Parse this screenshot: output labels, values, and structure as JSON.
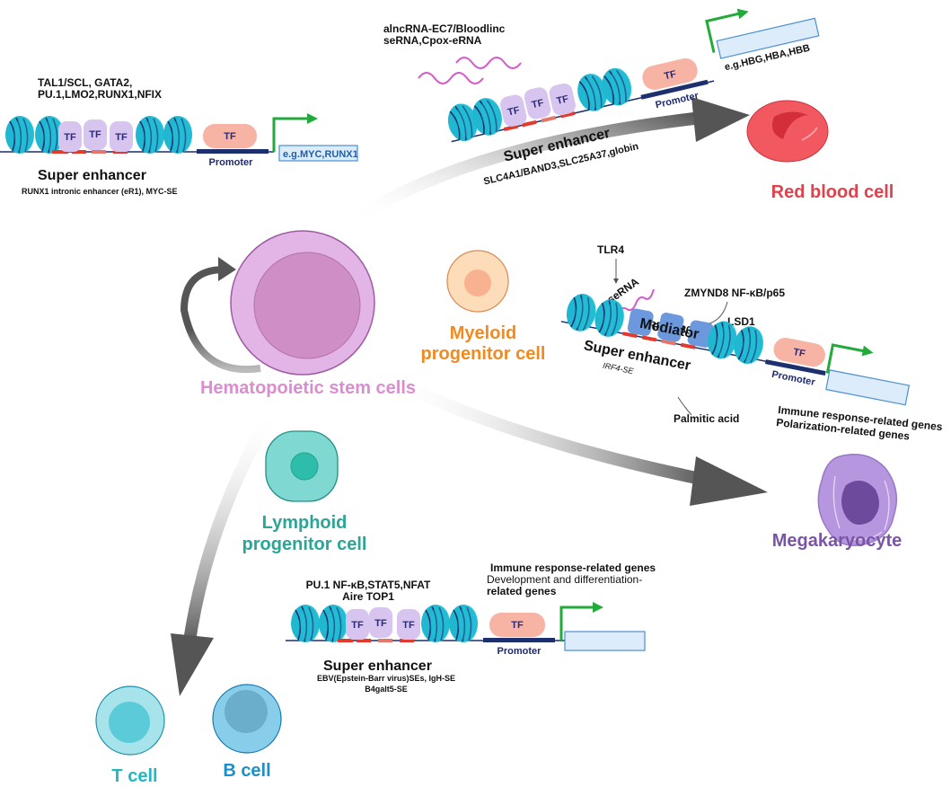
{
  "colors": {
    "hsc": "#d98ed0",
    "myeloid": "#f28a1e",
    "lymphoid": "#2aa597",
    "rbc": "#e0424d",
    "megakaryocyte": "#7a55a5",
    "tcell": "#21b8c4",
    "bcell": "#1f8fc8",
    "nucleosome": "#1fb8d0",
    "tf_small": "#d7c4ef",
    "tf_big": "#f7b3a4",
    "mediator": "#6c98de",
    "enhancer_segment": "#e23b2e",
    "tss_arrow": "#22aa3a",
    "gene_box": "#dcecfb",
    "rna": "#d35bc8",
    "arrow": "#555555"
  },
  "cells": {
    "hsc": {
      "label": "Hematopoietic stem cells"
    },
    "myeloid": {
      "label_line1": "Myeloid",
      "label_line2": "progenitor cell"
    },
    "lymphoid": {
      "label_line1": "Lymphoid",
      "label_line2": "progenitor cell"
    },
    "rbc": {
      "label": "Red blood cell"
    },
    "megakaryocyte": {
      "label": "Megakaryocyte"
    },
    "tcell": {
      "label": "T cell"
    },
    "bcell": {
      "label": "B cell"
    }
  },
  "panels": {
    "hsc_se": {
      "factors_line1": "TAL1/SCL, GATA2,",
      "factors_line2": "PU.1,LMO2,RUNX1,NFIX",
      "tf_label": "TF",
      "promoter": "Promoter",
      "gene": "e.g.MYC,RUNX1",
      "title": "Super enhancer",
      "subtitle": "RUNX1 intronic enhancer (eR1), MYC-SE"
    },
    "rbc_se": {
      "rna_line1": "alncRNA-EC7/Bloodlinc",
      "rna_line2": "seRNA,Cpox-eRNA",
      "tf_label": "TF",
      "promoter": "Promoter",
      "gene": "e.g.HBG,HBA,HBB",
      "title": "Super enhancer",
      "subtitle": "SLC4A1/BAND3,SLC25A37,globin"
    },
    "mk_se": {
      "tlr4": "TLR4",
      "serna": "seRNA",
      "zmynd8": "ZMYND8 NF-κB/p65",
      "brd4": "BRD4,P300",
      "lsd1": "LSD1",
      "mediator": "Mediator",
      "tf_label": "TF",
      "promoter": "Promoter",
      "title": "Super enhancer",
      "subtitle": "IRF4-SE",
      "palmitic": "Palmitic acid",
      "genes_line1": "Immune response-related genes",
      "genes_line2": "Polarization-related genes"
    },
    "lymph_se": {
      "factors_line1": "PU.1 NF-κB,STAT5,NFAT",
      "factors_line2": "Aire TOP1",
      "genes_line1": "Immune response-related genes",
      "genes_line2": "Development and differentiation-",
      "genes_line3": "related genes",
      "tf_label": "TF",
      "promoter": "Promoter",
      "title": "Super enhancer",
      "subtitle_line1": "EBV(Epstein-Barr virus)SEs, IgH-SE",
      "subtitle_line2": "B4galt5-SE"
    }
  }
}
